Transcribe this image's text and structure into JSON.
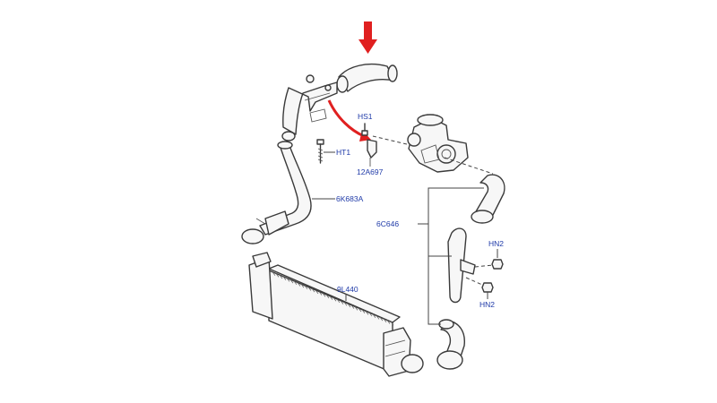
{
  "labels": {
    "hs1": "HS1",
    "ht1": "HT1",
    "p12a697": "12A697",
    "p6k683a": "6K683A",
    "p6c646": "6C646",
    "hn2_top": "HN2",
    "hn2_bottom": "HN2",
    "p9l440": "9L440"
  },
  "colors": {
    "label": "#1f3aa8",
    "highlight_arrow": "#e02020",
    "line": "#3a3a3a"
  },
  "icons": {
    "highlight": "down-arrow-icon",
    "pointer": "curved-arrow-icon"
  }
}
